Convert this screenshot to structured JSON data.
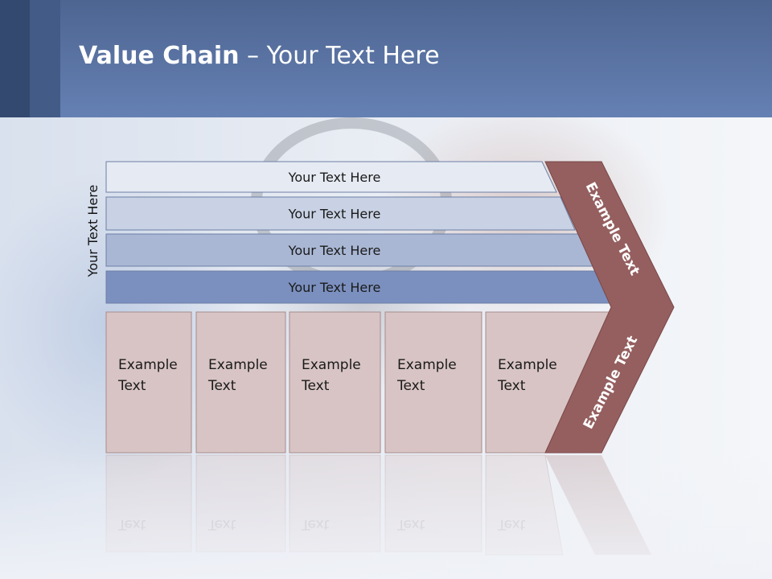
{
  "title": {
    "bold": "Value Chain",
    "rest": " – Your Text Here"
  },
  "side_label": "Your Text Here",
  "support_rows": [
    {
      "label": "Your Text Here",
      "fill": "#e6eaf2"
    },
    {
      "label": "Your Text Here",
      "fill": "#c8d2e4"
    },
    {
      "label": "Your Text Here",
      "fill": "#a9b7d4"
    },
    {
      "label": "Your Text Here",
      "fill": "#7b90bf"
    }
  ],
  "primary_boxes": [
    {
      "line1": "Example",
      "line2": "Text"
    },
    {
      "line1": "Example",
      "line2": "Text"
    },
    {
      "line1": "Example",
      "line2": "Text"
    },
    {
      "line1": "Example",
      "line2": "Text"
    },
    {
      "line1": "Example",
      "line2": "Text"
    }
  ],
  "chevron": {
    "upper_text": "Example Text",
    "lower_text": "Example Text",
    "fill": "#955f5f"
  },
  "colors": {
    "box_fill": "#d8c4c4",
    "box_border": "#a88c8c",
    "header": "#5a73a3"
  }
}
